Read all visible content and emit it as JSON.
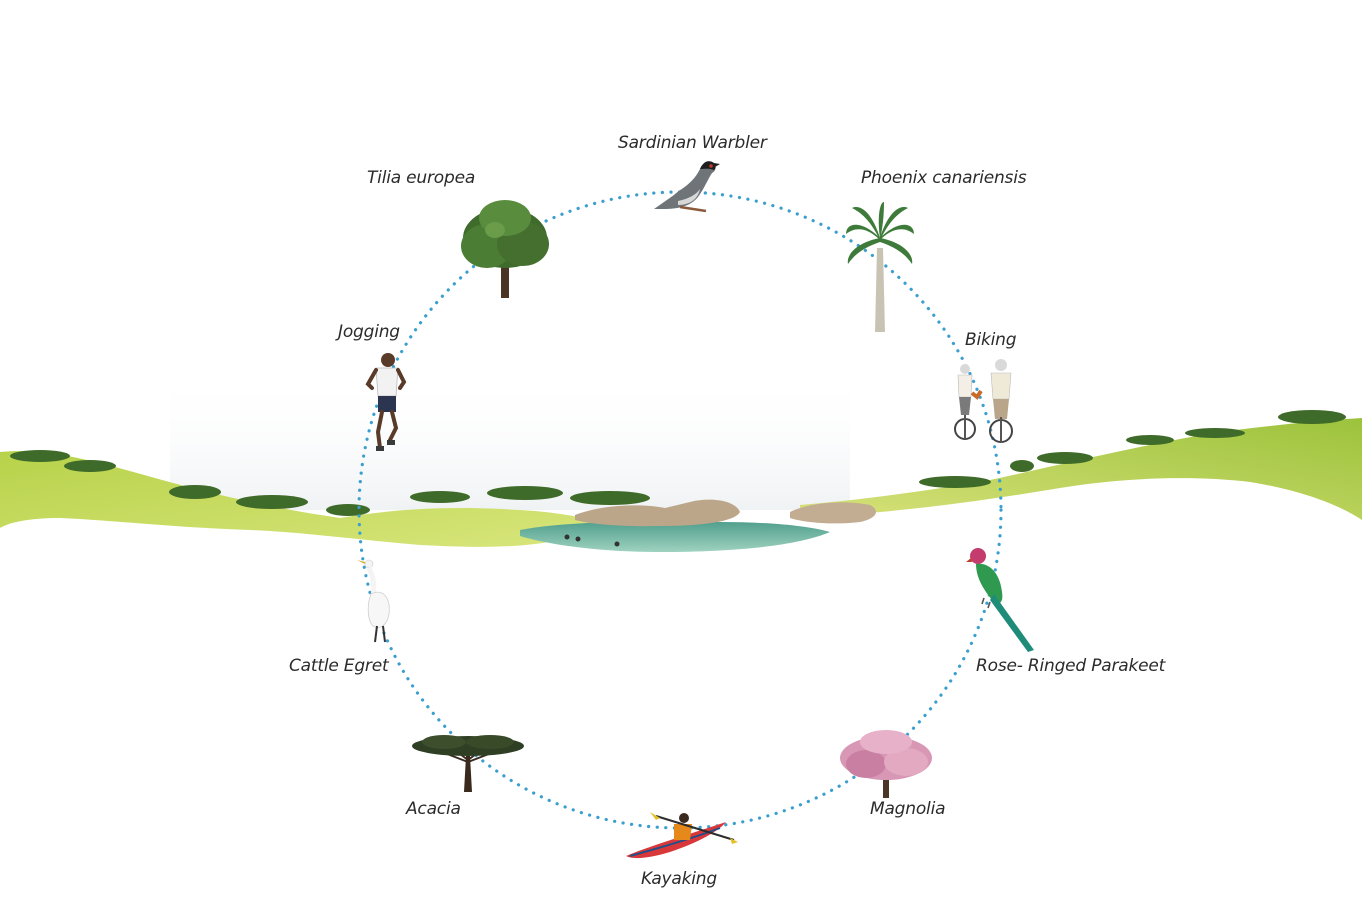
{
  "diagram": {
    "labels": {
      "sardinian_warbler": "Sardinian Warbler",
      "tilia_europea": "Tilia europea",
      "phoenix_canariensis": "Phoenix canariensis",
      "jogging": "Jogging",
      "biking": "Biking",
      "cattle_egret": "Cattle Egret",
      "rose_ringed_parakeet": "Rose- Ringed Parakeet",
      "acacia": "Acacia",
      "magnolia": "Magnolia",
      "kayaking": "Kayaking"
    },
    "icons": {
      "sardinian_warbler": "bird-icon",
      "tilia_europea": "deciduous-tree-icon",
      "phoenix_canariensis": "palm-tree-icon",
      "jogging": "runner-icon",
      "biking": "cyclists-icon",
      "cattle_egret": "egret-icon",
      "rose_ringed_parakeet": "parakeet-icon",
      "acacia": "acacia-tree-icon",
      "magnolia": "flowering-tree-icon",
      "kayaking": "kayak-icon"
    },
    "colors": {
      "ring": "#3a9fcf",
      "grass_light": "#c9dc5a",
      "grass_dark": "#7fae2e",
      "water": "#6fb7a6",
      "rock": "#b9a48a",
      "text": "#2b2b2b"
    }
  }
}
